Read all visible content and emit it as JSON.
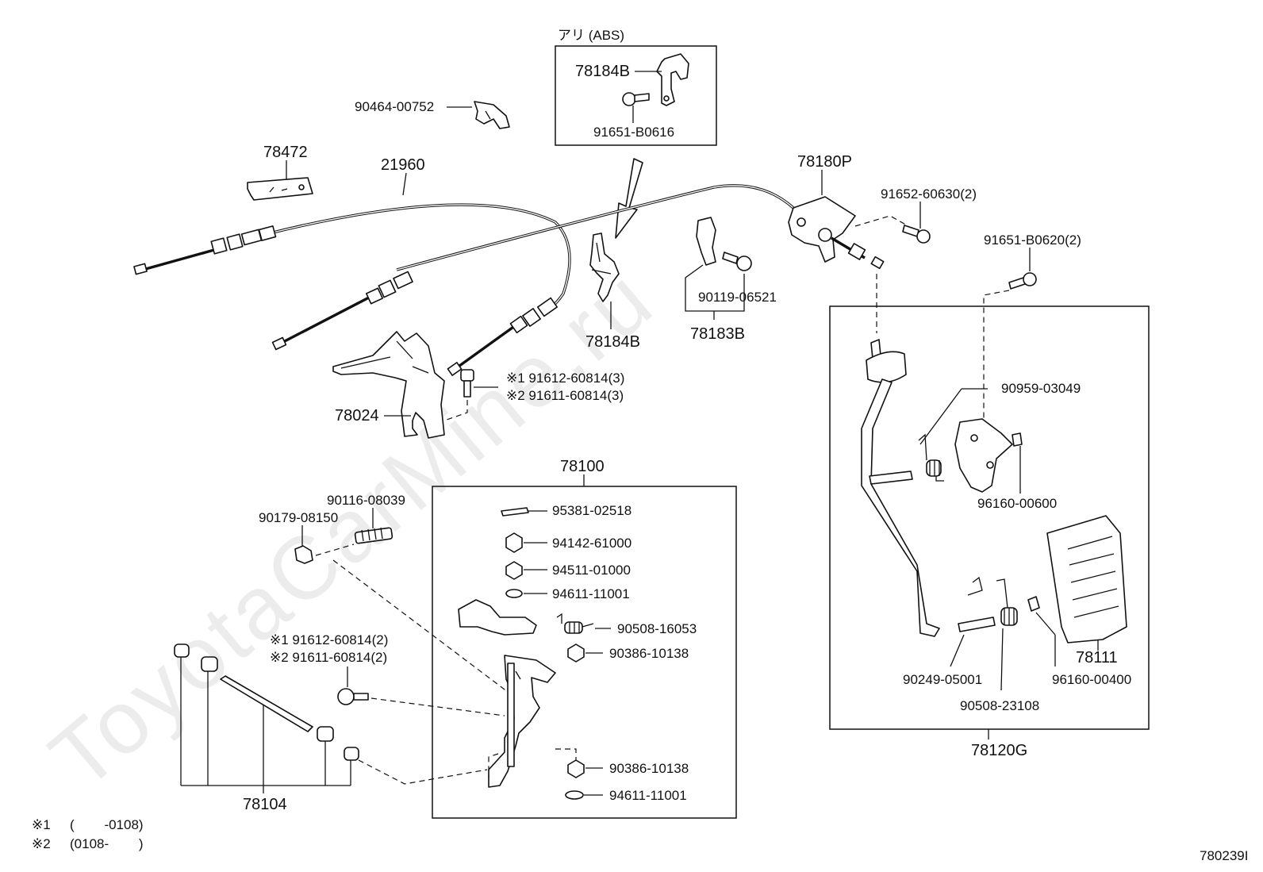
{
  "diagram_id": "780239I",
  "watermark": "ToyotaCarMine.ru",
  "abs_note": "アリ (ABS)",
  "footnotes": [
    {
      "mark": "※1",
      "text": "(        -0108)"
    },
    {
      "mark": "※2",
      "text": "(0108-        )"
    }
  ],
  "labels": {
    "p78184B_box": "78184B",
    "p91651_B0616": "91651-B0616",
    "p90464_00752": "90464-00752",
    "p78472": "78472",
    "p21960": "21960",
    "p78180P": "78180P",
    "p91652_60630": "91652-60630(2)",
    "p91651_B0620": "91651-B0620(2)",
    "p90119_06521": "90119-06521",
    "p78183B": "78183B",
    "p78184B": "78184B",
    "p91612_60814_3": "※1  91612-60814(3)",
    "p91611_60814_3": "※2  91611-60814(3)",
    "p78024": "78024",
    "p90959_03049": "90959-03049",
    "p96160_00600": "96160-00600",
    "p78100": "78100",
    "p95381_02518": "95381-02518",
    "p94142_61000": "94142-61000",
    "p94511_01000": "94511-01000",
    "p94611_11001_a": "94611-11001",
    "p90508_16053": "90508-16053",
    "p90386_10138_a": "90386-10138",
    "p90386_10138_b": "90386-10138",
    "p94611_11001_b": "94611-11001",
    "p90116_08039": "90116-08039",
    "p90179_08150": "90179-08150",
    "p91612_60814_2": "※1  91612-60814(2)",
    "p91611_60814_2": "※2  91611-60814(2)",
    "p78104": "78104",
    "p78111": "78111",
    "p90249_05001": "90249-05001",
    "p96160_00400": "96160-00400",
    "p90508_23108": "90508-23108",
    "p78120G": "78120G"
  }
}
